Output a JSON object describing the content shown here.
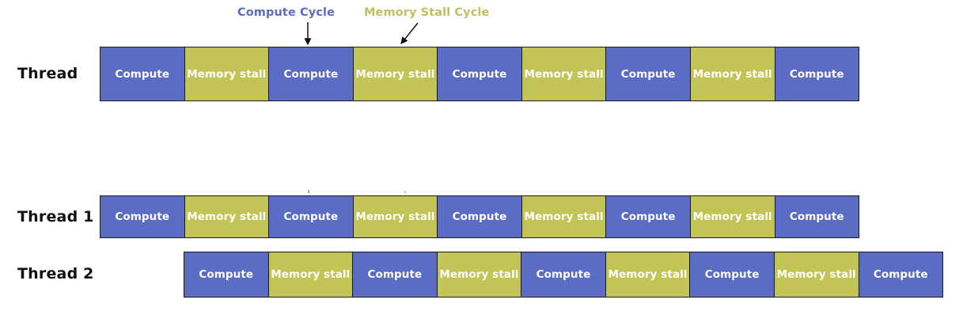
{
  "diagram": {
    "title_present": false,
    "colors": {
      "compute": "#5a6cc4",
      "memory_stall": "#c3c456",
      "outline": "#1a1a1a",
      "block_text": "#ffffff",
      "row_label_text": "#101010",
      "background": "#ffffff"
    },
    "legend": [
      {
        "id": "compute-cycle",
        "label": "Compute Cycle",
        "color": "#5a6cc4",
        "arrow": "down"
      },
      {
        "id": "memory-stall-cycle",
        "label": "Memory Stall Cycle",
        "color": "#c2bf5e",
        "arrow": "diagonal-down-left"
      }
    ],
    "rows": [
      {
        "id": "thread",
        "label": "Thread",
        "offset_blocks": 0,
        "blocks": [
          {
            "type": "compute",
            "label": "Compute"
          },
          {
            "type": "stall",
            "label": "Memory stall"
          },
          {
            "type": "compute",
            "label": "Compute"
          },
          {
            "type": "stall",
            "label": "Memory stall"
          },
          {
            "type": "compute",
            "label": "Compute"
          },
          {
            "type": "stall",
            "label": "Memory stall"
          },
          {
            "type": "compute",
            "label": "Compute"
          },
          {
            "type": "stall",
            "label": "Memory stall"
          },
          {
            "type": "compute",
            "label": "Compute"
          }
        ]
      },
      {
        "id": "thread-1",
        "label": "Thread 1",
        "offset_blocks": 0,
        "blocks": [
          {
            "type": "compute",
            "label": "Compute"
          },
          {
            "type": "stall",
            "label": "Memory stall"
          },
          {
            "type": "compute",
            "label": "Compute"
          },
          {
            "type": "stall",
            "label": "Memory stall"
          },
          {
            "type": "compute",
            "label": "Compute"
          },
          {
            "type": "stall",
            "label": "Memory stall"
          },
          {
            "type": "compute",
            "label": "Compute"
          },
          {
            "type": "stall",
            "label": "Memory stall"
          },
          {
            "type": "compute",
            "label": "Compute"
          }
        ]
      },
      {
        "id": "thread-2",
        "label": "Thread 2",
        "offset_blocks": 1,
        "blocks": [
          {
            "type": "compute",
            "label": "Compute"
          },
          {
            "type": "stall",
            "label": "Memory stall"
          },
          {
            "type": "compute",
            "label": "Compute"
          },
          {
            "type": "stall",
            "label": "Memory stall"
          },
          {
            "type": "compute",
            "label": "Compute"
          },
          {
            "type": "stall",
            "label": "Memory stall"
          },
          {
            "type": "compute",
            "label": "Compute"
          },
          {
            "type": "stall",
            "label": "Memory stall"
          },
          {
            "type": "compute",
            "label": "Compute"
          }
        ]
      }
    ]
  }
}
